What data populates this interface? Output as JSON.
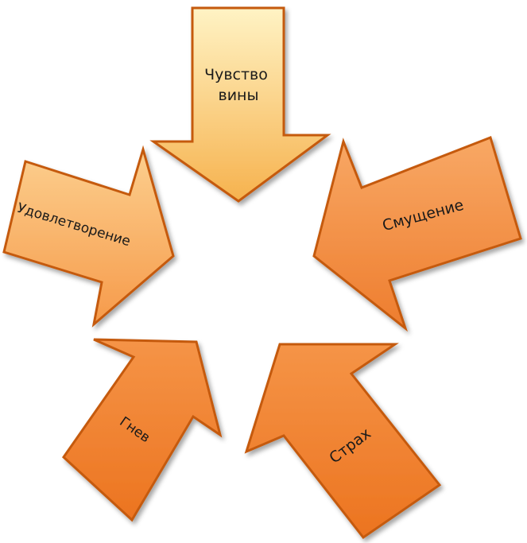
{
  "diagram": {
    "arrows": [
      {
        "label_lines": [
          "Чувство",
          "вины"
        ],
        "fill_top": "#fff3c4",
        "fill_bottom": "#f6b24e"
      },
      {
        "label_lines": [
          "Смущение"
        ],
        "fill_top": "#f8a865",
        "fill_bottom": "#ee7d2e"
      },
      {
        "label_lines": [
          "Страх"
        ],
        "fill_top": "#f59447",
        "fill_bottom": "#ec7420"
      },
      {
        "label_lines": [
          "Гнев"
        ],
        "fill_top": "#f59447",
        "fill_bottom": "#ec7420"
      },
      {
        "label_lines": [
          "Удовлетворение"
        ],
        "fill_top": "#fccf8e",
        "fill_bottom": "#f69a4a"
      }
    ],
    "border_color": "#c55a11"
  }
}
